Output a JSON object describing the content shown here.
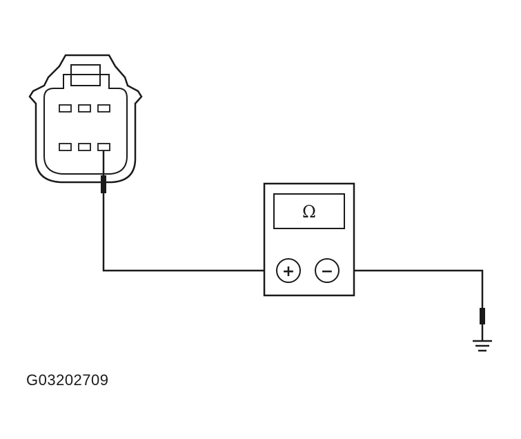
{
  "figure": {
    "code": "G03202709"
  },
  "meter": {
    "display_symbol": "Ω",
    "positive_terminal": "+",
    "negative_terminal": "−"
  },
  "connector": {
    "pins_per_row": 3,
    "rows": 2
  },
  "icons": {
    "ground": "ground-icon"
  }
}
